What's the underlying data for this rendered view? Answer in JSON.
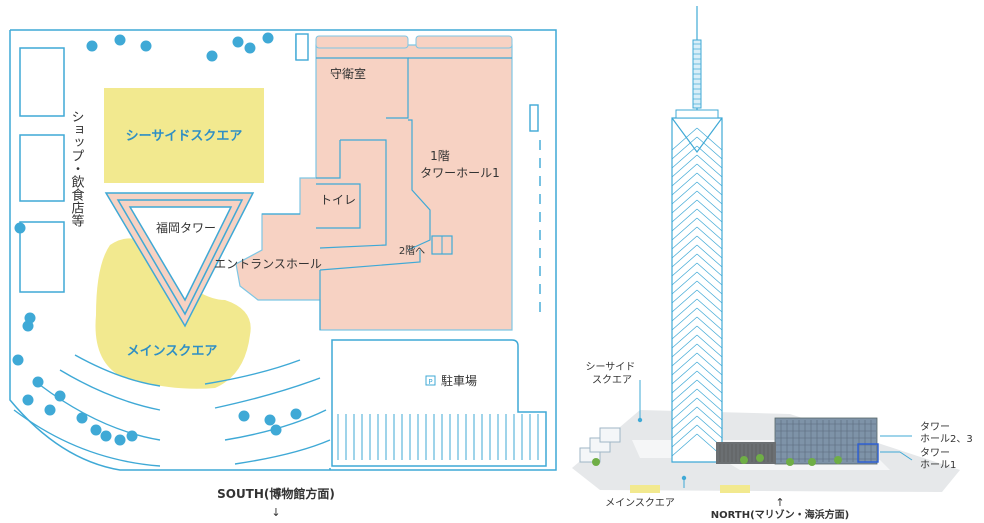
{
  "colors": {
    "line": "#3fa9d6",
    "label_blue": "#2f8fc4",
    "salmon": "#f7d2c3",
    "salmon_line": "#7ec6e4",
    "yellow": "#f2e98f",
    "ground": "#e6e8ea",
    "tree": "#3fa9d6",
    "text": "#333333",
    "tower_glass": "#ffffff"
  },
  "plan": {
    "labels": {
      "seaside_square": "シーサイドスクエア",
      "main_square": "メインスクエア",
      "fukuoka_tower": "福岡タワー",
      "entrance_hall": "エントランスホール",
      "toilet": "トイレ",
      "guard_room": "守衛室",
      "floor_1": "1階",
      "tower_hall_1": "タワーホール1",
      "to_floor_2": "2階へ",
      "parking": "駐車場",
      "parking_mark": "P",
      "shops_vertical": "ショップ・飲食店等",
      "south": "SOUTH(博物館方面)",
      "south_arrow": "↓"
    }
  },
  "elevation": {
    "labels": {
      "seaside_square": "シーサイド\nスクエア",
      "main_square": "メインスクエア",
      "tower_hall_23": "タワー\nホール2、3",
      "tower_hall_1": "タワー\nホール1",
      "north": "NORTH(マリゾン・海浜方面)",
      "north_arrow": "↑"
    }
  }
}
